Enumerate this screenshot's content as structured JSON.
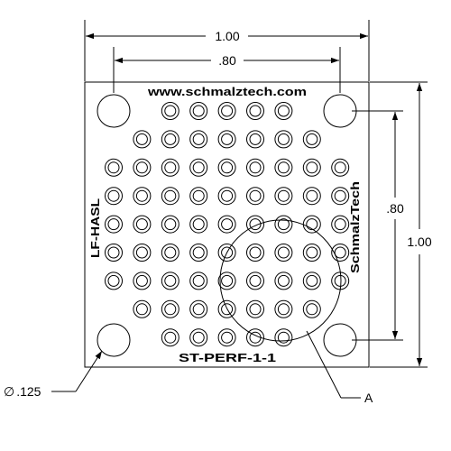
{
  "dimensions": {
    "overall_width": "1.00",
    "hole_spacing_width": ".80",
    "overall_height": "1.00",
    "hole_spacing_height": ".80",
    "hole_diameter": ".125",
    "diameter_symbol": "∅"
  },
  "board": {
    "website": "www.schmalztech.com",
    "brand": "SchmalzTech",
    "finish": "LF-HASL",
    "part_number": "ST-PERF-1-1"
  },
  "callouts": {
    "detail": "A"
  },
  "grid": {
    "rows": [
      5,
      7,
      9,
      9,
      9,
      9,
      9,
      7,
      5
    ],
    "columns": 9
  }
}
